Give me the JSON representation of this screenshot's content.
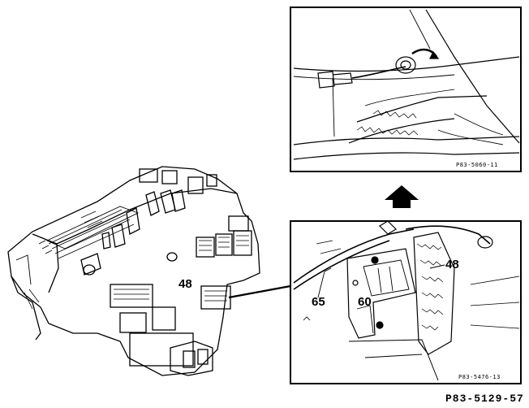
{
  "callouts": {
    "main_48": "48",
    "detail_48": "48",
    "label_65": "65",
    "label_60": "60"
  },
  "panels": {
    "top_ref": "P83-5060-11",
    "bottom_ref": "P83-5476-13"
  },
  "figure_number": "P83-5129-57",
  "colors": {
    "ink": "#000000",
    "paper": "#ffffff"
  }
}
